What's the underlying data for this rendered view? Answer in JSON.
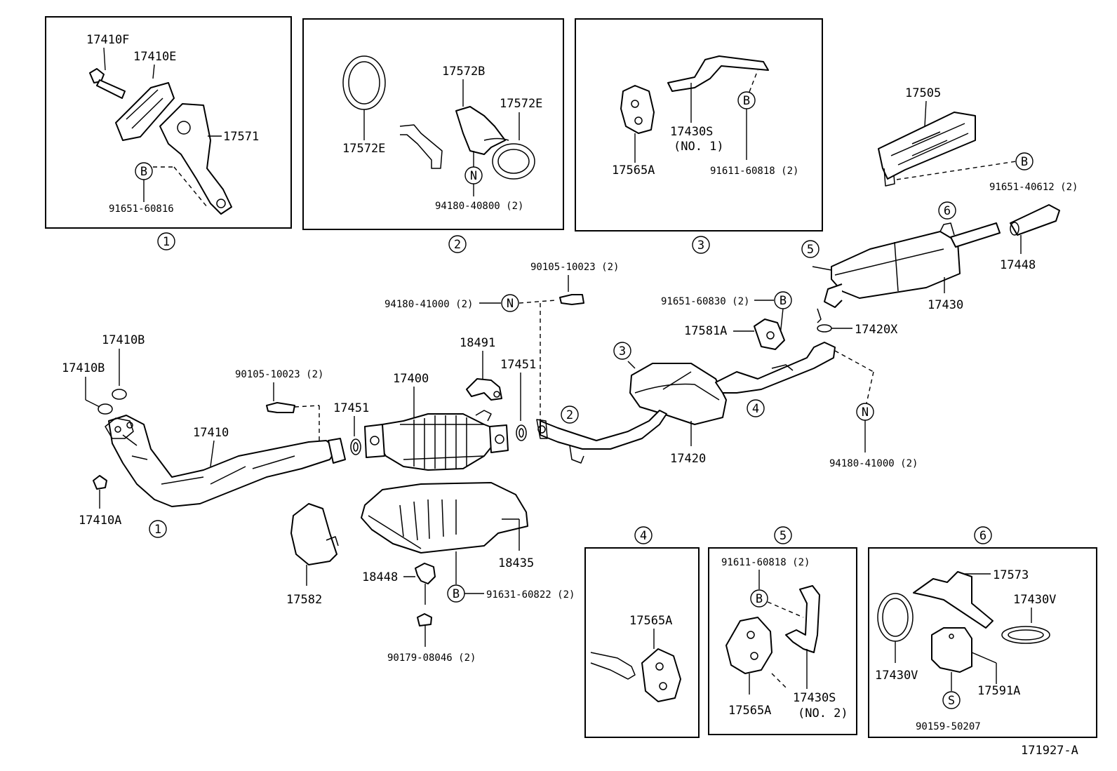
{
  "drawing_id": "171927-A",
  "inset_markers": [
    "1",
    "2",
    "3",
    "4",
    "5",
    "6"
  ],
  "circle_codes": [
    "B",
    "N",
    "S"
  ],
  "labels": {
    "p17410F": "17410F",
    "p17410E": "17410E",
    "p17571": "17571",
    "p91651_60816": "91651-60816",
    "p17572B": "17572B",
    "p17572E_a": "17572E",
    "p17572E_b": "17572E",
    "p94180_40800": "94180-40800 (2)",
    "p17565A_a": "17565A",
    "p17430S_1": "17430S",
    "no1": "(NO. 1)",
    "p91611_60818_a": "91611-60818 (2)",
    "p17505": "17505",
    "p91651_40612": "91651-40612 (2)",
    "p17448": "17448",
    "p17430": "17430",
    "p17420X": "17420X",
    "p91651_60830": "91651-60830 (2)",
    "p17581A": "17581A",
    "p90105_10023_a": "90105-10023 (2)",
    "p94180_41000_a": "94180-41000 (2)",
    "p18491": "18491",
    "p17451_a": "17451",
    "p17451_b": "17451",
    "p17400": "17400",
    "p17410B_a": "17410B",
    "p17410B_b": "17410B",
    "p90105_10023_b": "90105-10023 (2)",
    "p17410": "17410",
    "p17410A": "17410A",
    "p17420": "17420",
    "p94180_41000_b": "94180-41000 (2)",
    "p17582": "17582",
    "p18435": "18435",
    "p18448": "18448",
    "p91631_60822": "91631-60822 (2)",
    "p90179_08046": "90179-08046 (2)",
    "p17565A_b": "17565A",
    "p91611_60818_b": "91611-60818 (2)",
    "p17565A_c": "17565A",
    "p17430S_2": "17430S",
    "no2": "(NO. 2)",
    "p17573": "17573",
    "p17430V_a": "17430V",
    "p17430V_b": "17430V",
    "p17591A": "17591A",
    "p90159_50207": "90159-50207"
  }
}
